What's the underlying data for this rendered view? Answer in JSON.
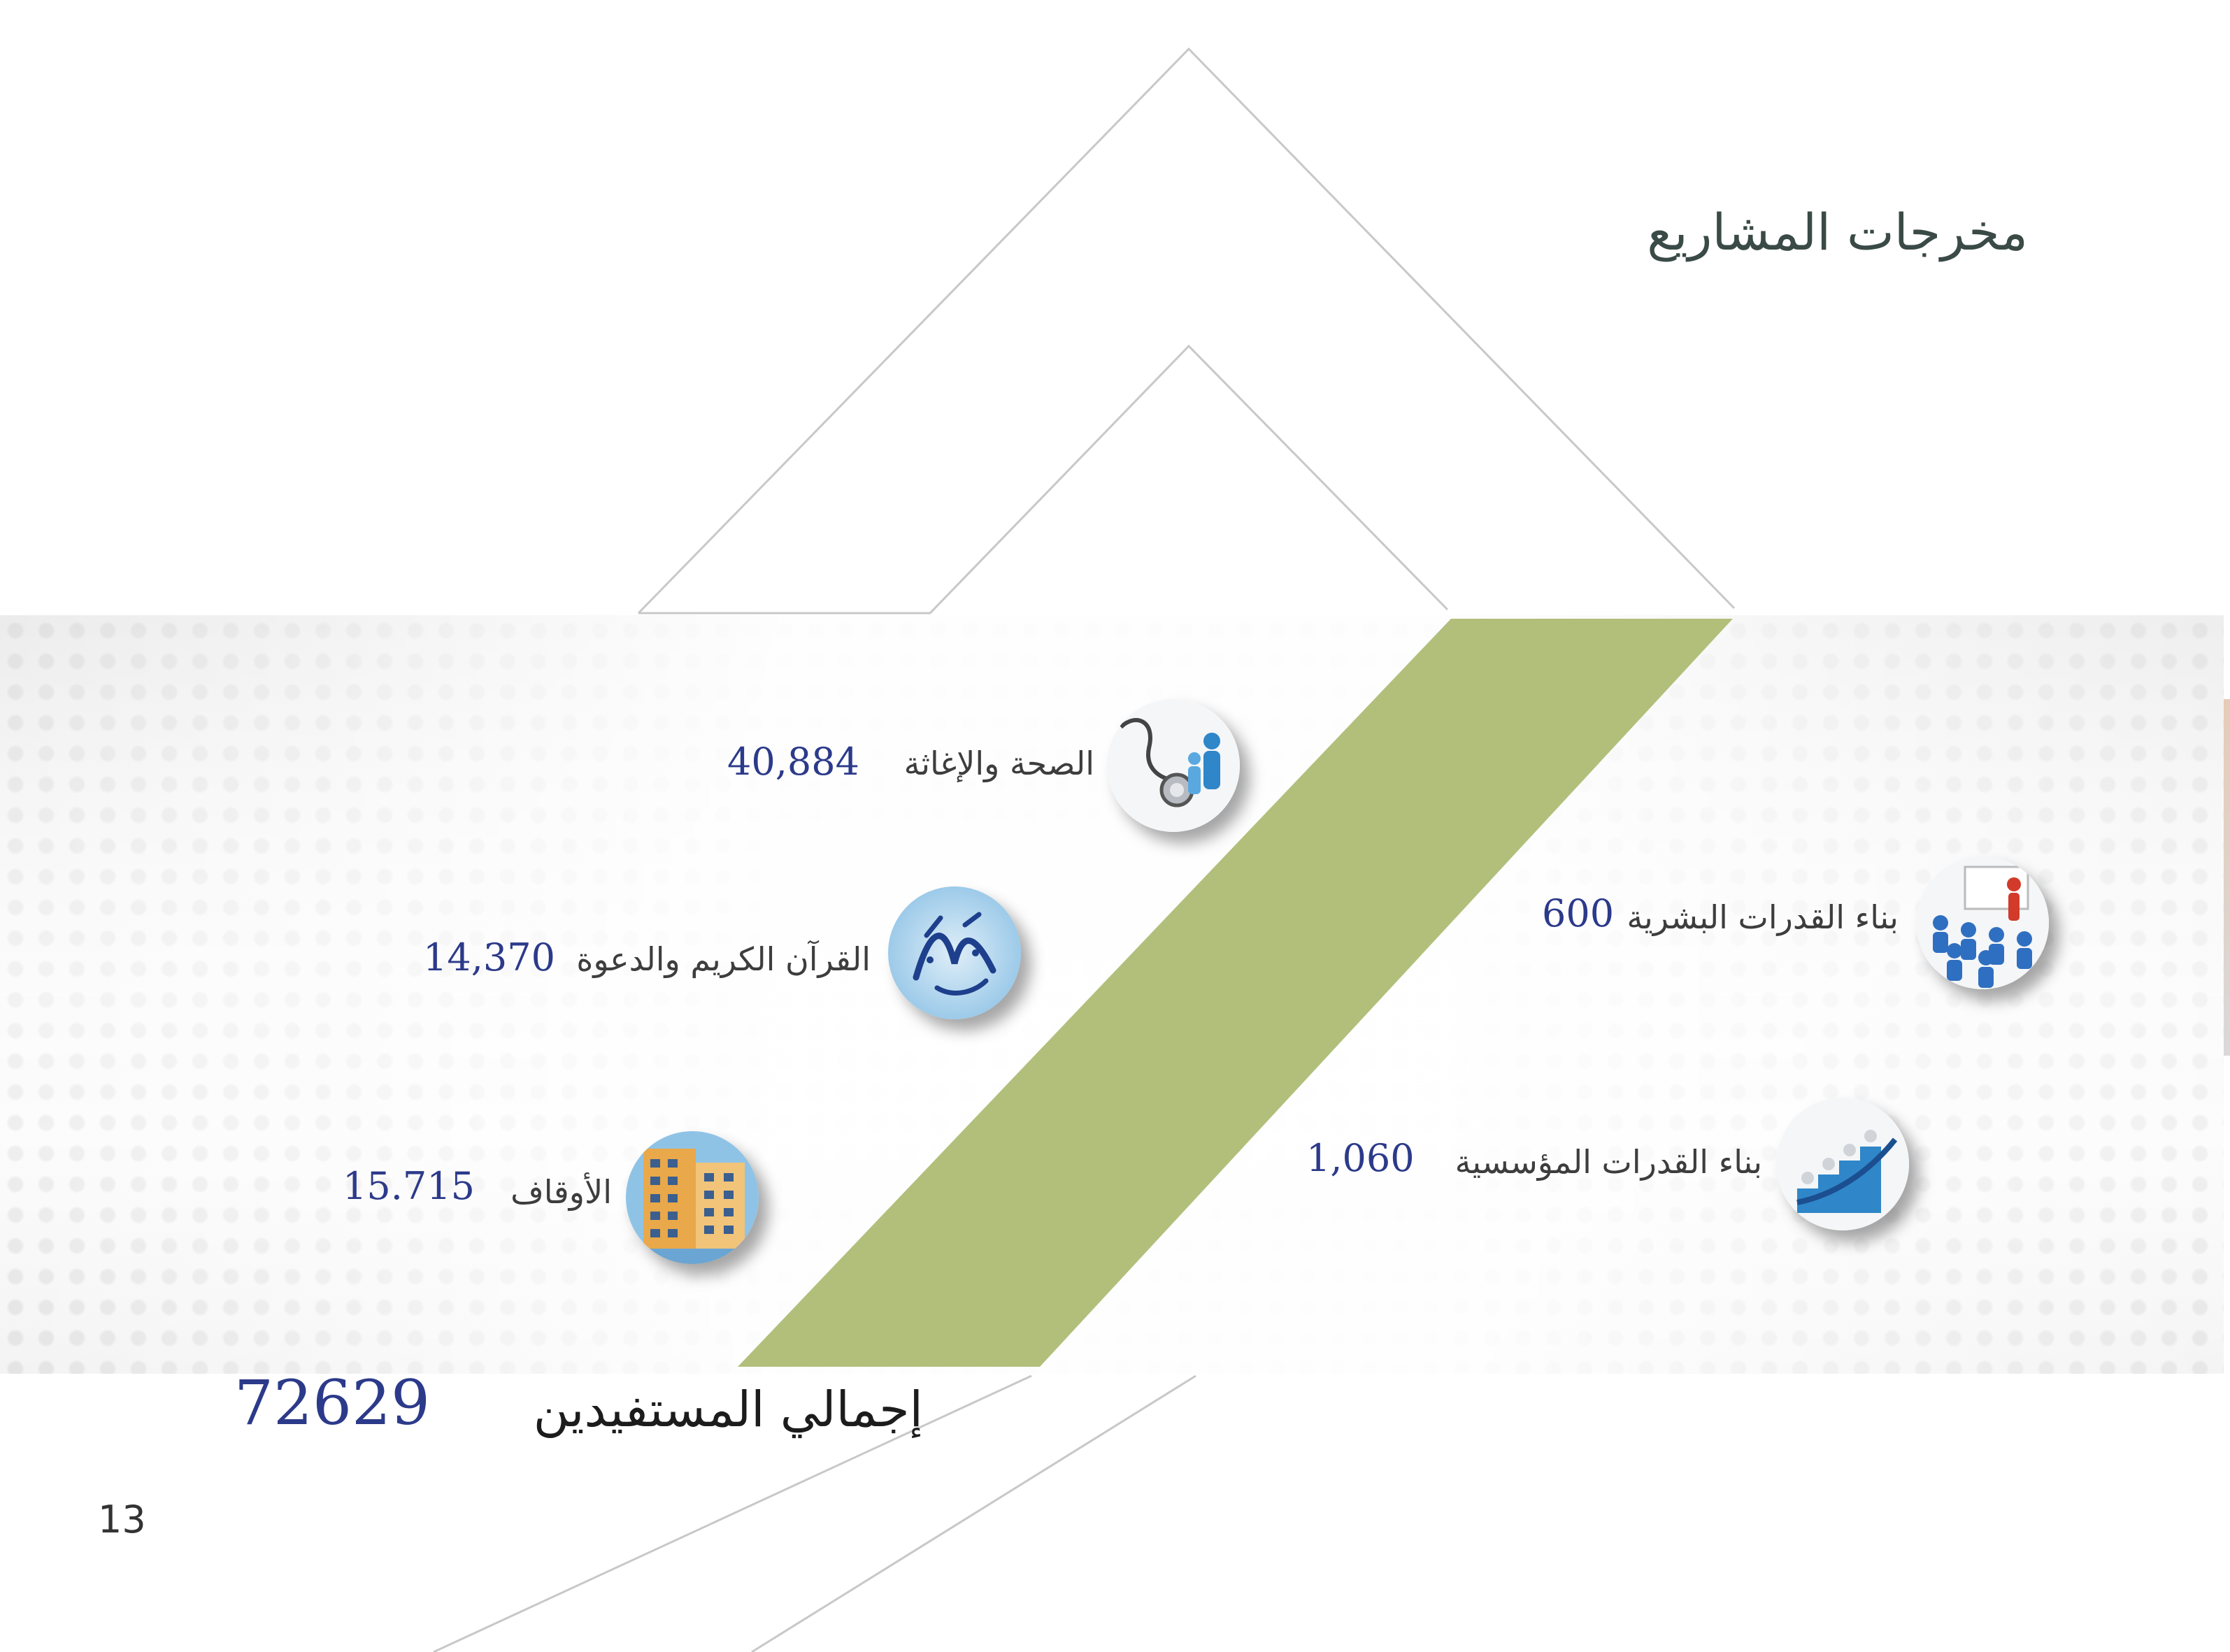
{
  "title": "مخرجات المشاريع",
  "categories": [
    {
      "label": "الصحة والإغاثة",
      "value": "40,884",
      "icon": "health-stethoscope-icon"
    },
    {
      "label": "القرآن الكريم والدعوة",
      "value": "14,370",
      "icon": "quran-calligraphy-icon"
    },
    {
      "label": "الأوقاف",
      "value": "15.715",
      "icon": "building-endowment-icon"
    },
    {
      "label": "بناء القدرات البشرية",
      "value": "600",
      "icon": "training-people-icon"
    },
    {
      "label": "بناء القدرات المؤسسية",
      "value": "1,060",
      "icon": "growth-stairs-icon"
    }
  ],
  "total": {
    "label": "إجمالي المستفيدين",
    "value": "72629"
  },
  "page_number": "13",
  "colors": {
    "accent_green": "#b1bf7b",
    "value_blue": "#2c3a8a",
    "title_gray": "#3a4a46",
    "outline_gray": "#c8c8c8"
  }
}
